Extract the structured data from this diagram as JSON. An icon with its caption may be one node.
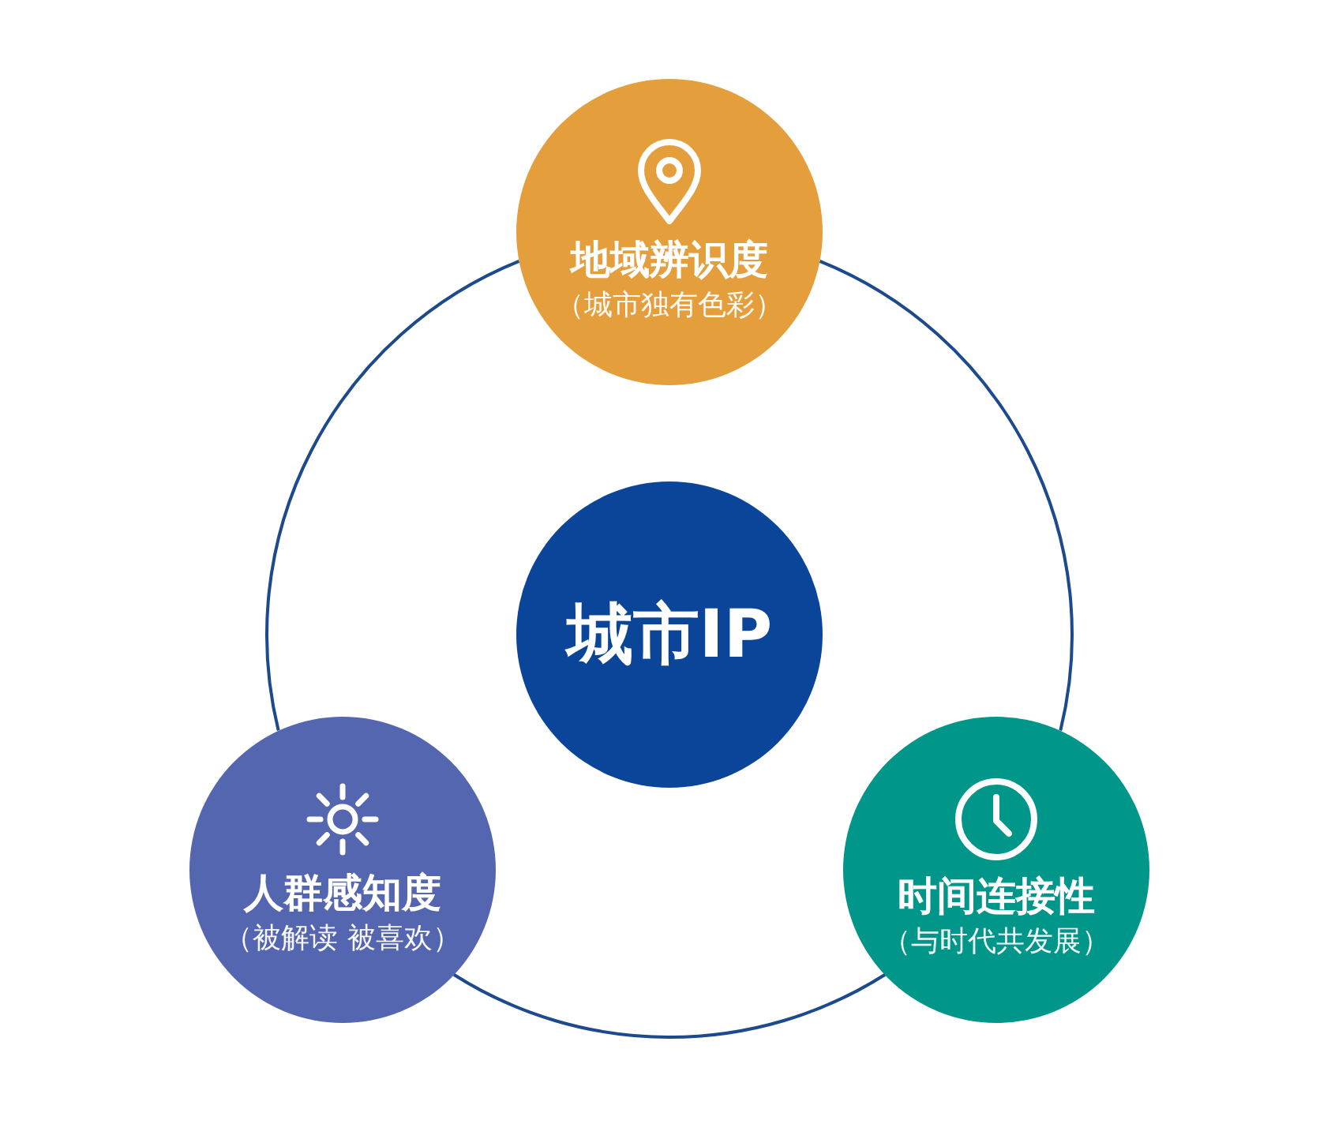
{
  "diagram": {
    "nodes": [
      {
        "text": [
          "地域辨识度",
          "（城市独有色彩）"
        ]
      },
      {
        "text": [
          "城市IP"
        ]
      },
      {
        "text": [
          "人群感知度",
          "（被解读 被喜欢）"
        ]
      },
      {
        "text": [
          "时间连接性",
          "（与时代共发展）"
        ]
      }
    ],
    "edges": [
      {
        "from": 0,
        "to": 3,
        "arrow": "none"
      },
      {
        "from": 3,
        "to": 2,
        "arrow": "none"
      },
      {
        "from": 2,
        "to": 0,
        "arrow": "none"
      }
    ]
  }
}
